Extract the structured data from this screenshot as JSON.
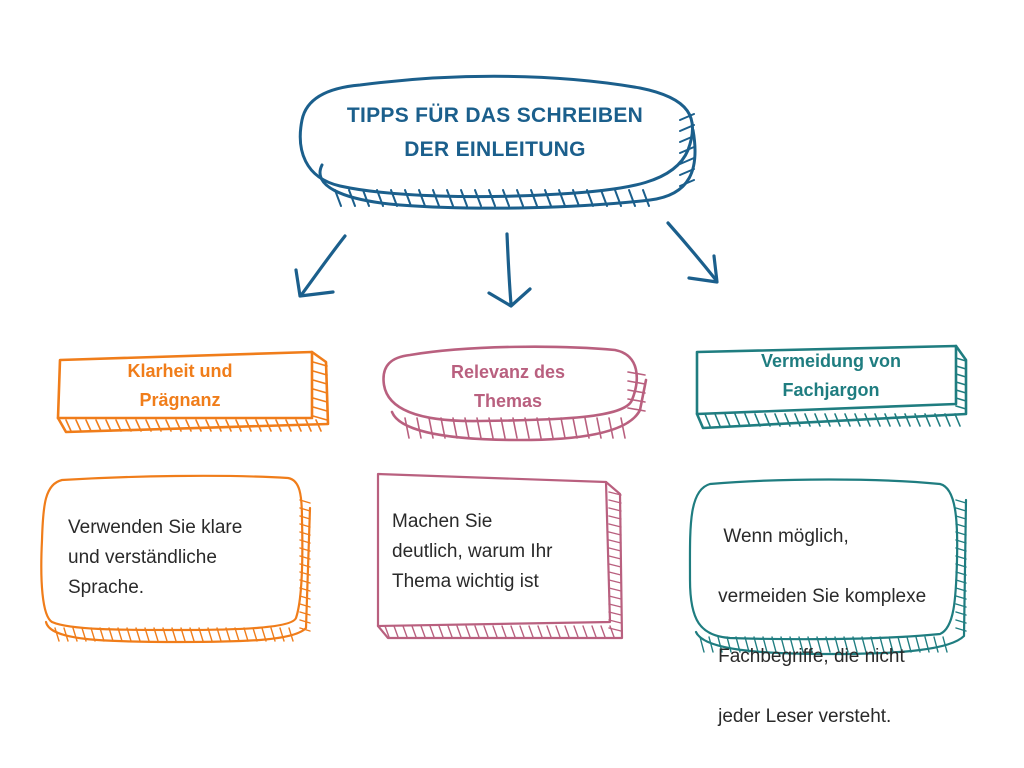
{
  "title": {
    "line1": "TIPPS FÜR DAS SCHREIBEN",
    "line2": "DER EINLEITUNG"
  },
  "colors": {
    "title": "#1b5f8c",
    "orange": "#f07d1a",
    "pink": "#b9607f",
    "teal": "#1f7d80",
    "body_text": "#2a2a2a"
  },
  "boxes": [
    {
      "heading": {
        "line1": "Klarheit und",
        "line2": "Prägnanz"
      },
      "text": {
        "line1": "Verwenden Sie klare",
        "line2": "und verständliche",
        "line3": "Sprache."
      }
    },
    {
      "heading": {
        "line1": "Relevanz des",
        "line2": "Themas"
      },
      "text": {
        "line1": "Machen Sie",
        "line2": "deutlich, warum Ihr",
        "line3": "Thema wichtig ist"
      }
    },
    {
      "heading": {
        "line1": "Vermeidung von",
        "line2": "Fachjargon"
      },
      "text": {
        "line1": " Wenn möglich,",
        "line2": "vermeiden Sie komplexe",
        "line3": "Fachbegriffe, die nicht",
        "line4": "jeder Leser versteht."
      }
    }
  ]
}
